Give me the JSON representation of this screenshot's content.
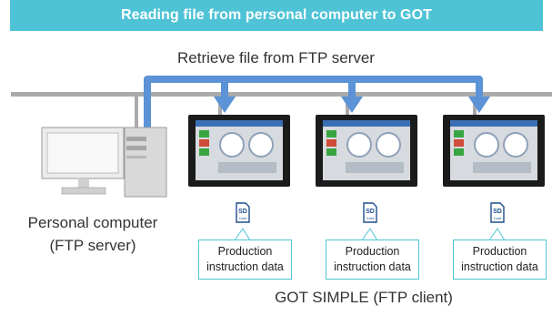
{
  "banner": {
    "title": "Reading file from personal computer to GOT"
  },
  "flow": {
    "label": "Retrieve file from FTP server"
  },
  "pc": {
    "line1": "Personal computer",
    "line2": "(FTP server)"
  },
  "got_units": [
    {
      "sd_text": "SD",
      "sd_sub": "Card",
      "data_line1": "Production",
      "data_line2": "instruction data"
    },
    {
      "sd_text": "SD",
      "sd_sub": "Card",
      "data_line1": "Production",
      "data_line2": "instruction data"
    },
    {
      "sd_text": "SD",
      "sd_sub": "Card",
      "data_line1": "Production",
      "data_line2": "instruction data"
    }
  ],
  "client_label": "GOT SIMPLE (FTP client)",
  "colors": {
    "banner": "#4fc3d6",
    "arrow": "#5b93d6",
    "network": "#aaaaaa",
    "box_border": "#4fc3d6"
  }
}
